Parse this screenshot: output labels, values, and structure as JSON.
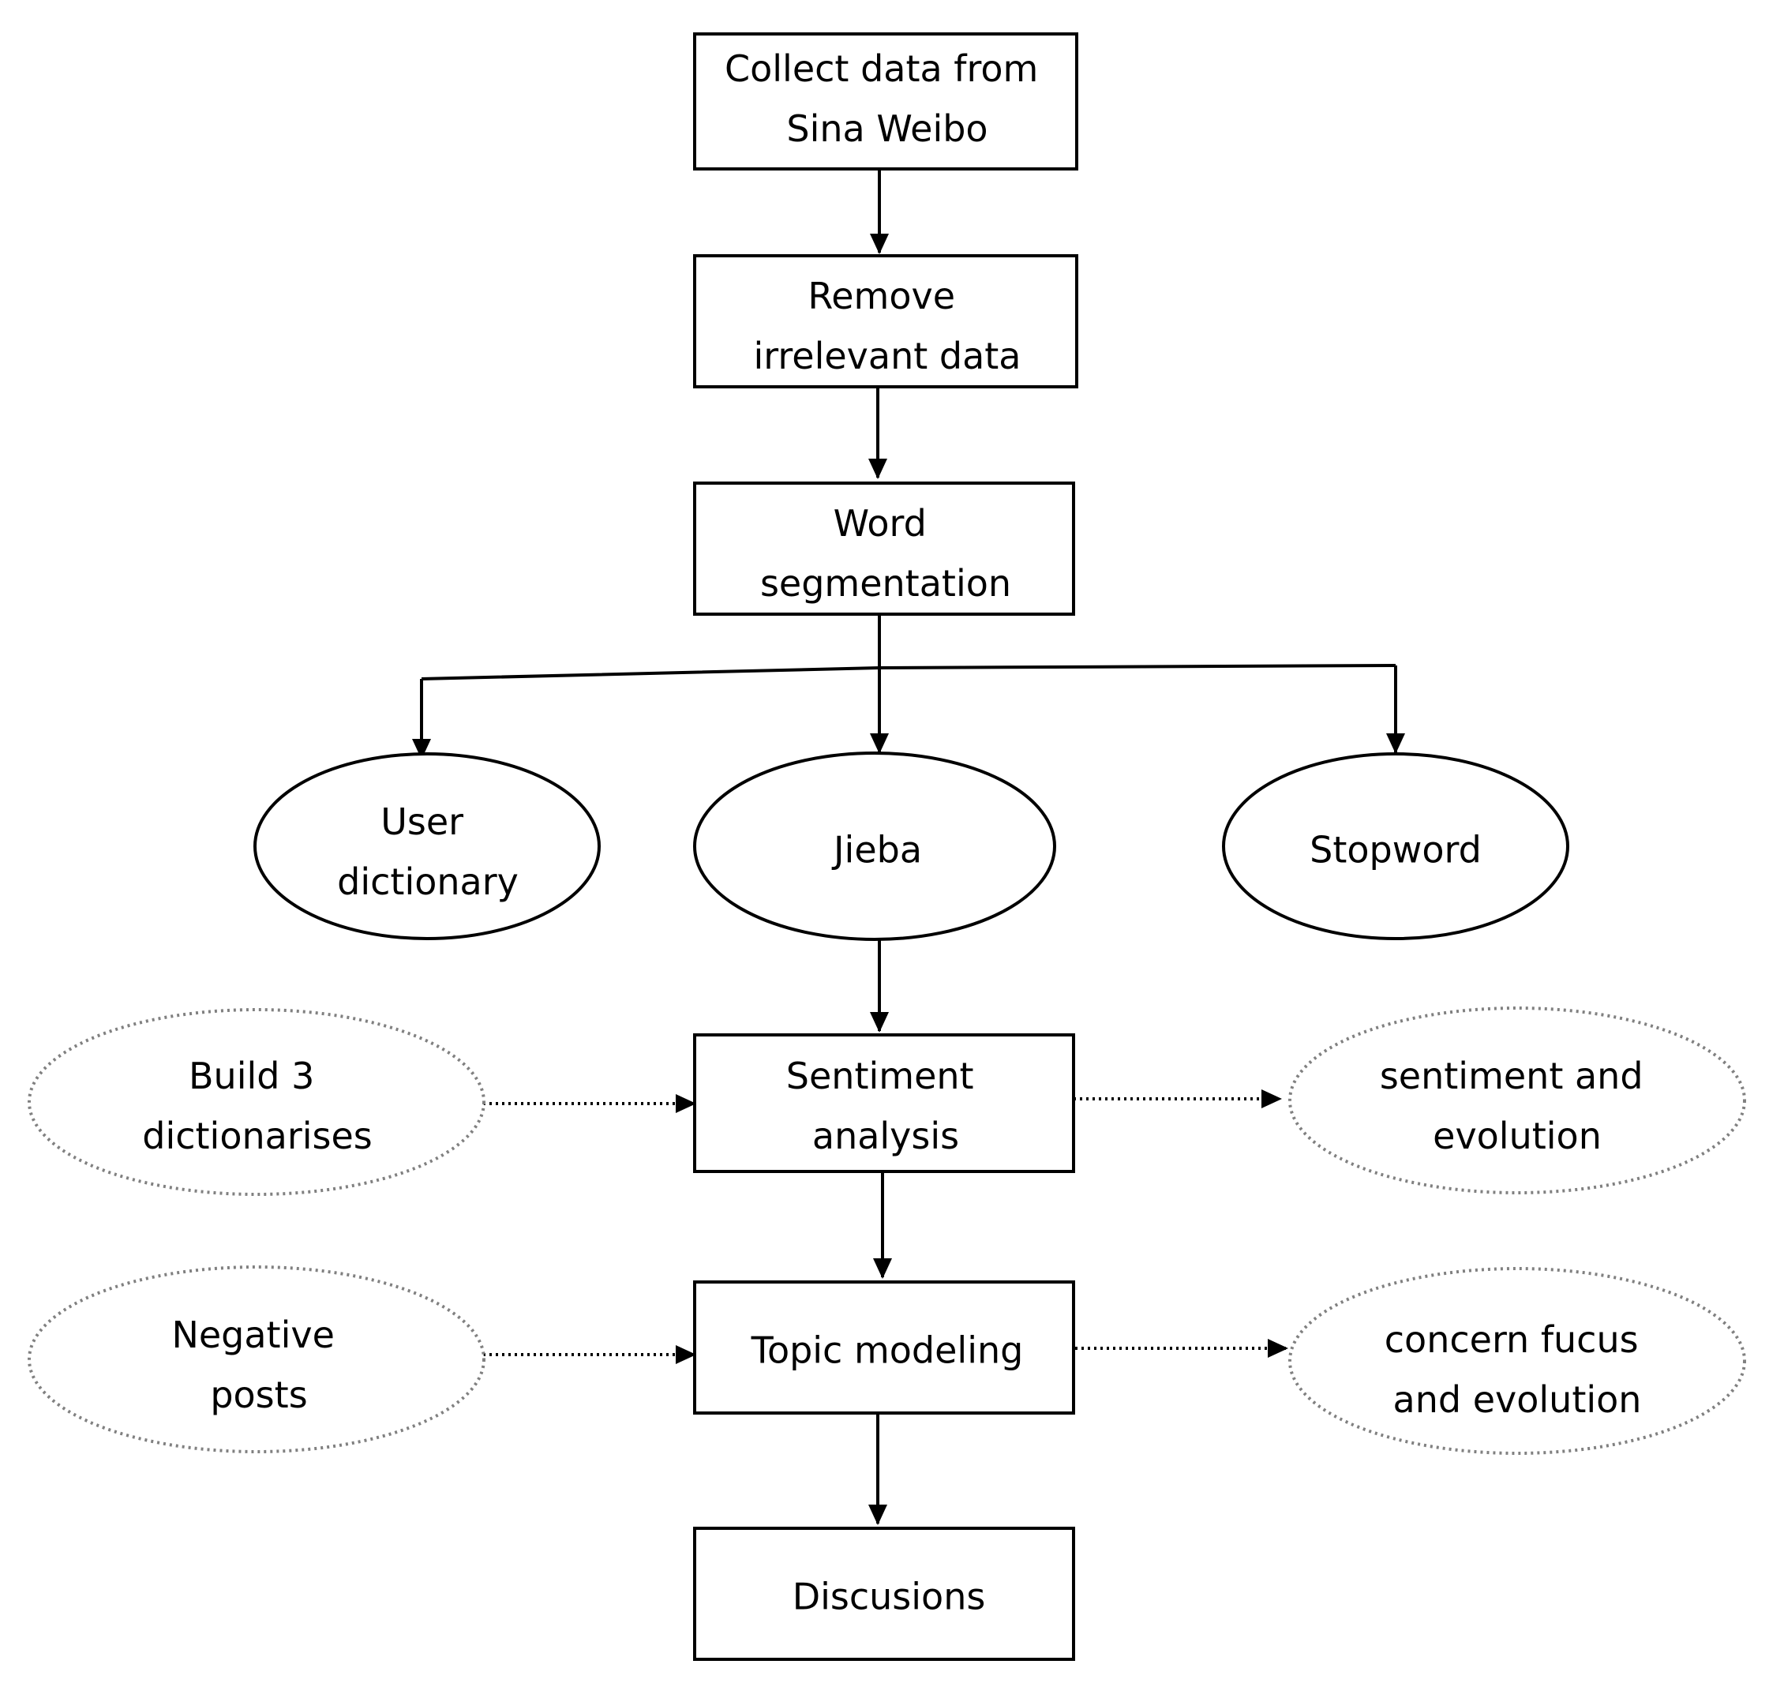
{
  "nodes": {
    "collect": {
      "lines": [
        "Collect data from",
        "Sina Weibo"
      ]
    },
    "remove": {
      "lines": [
        "Remove",
        "irrelevant data"
      ]
    },
    "segmentation": {
      "lines": [
        "Word",
        "segmentation"
      ]
    },
    "user_dictionary": {
      "lines": [
        "User",
        "dictionary"
      ]
    },
    "jieba": {
      "lines": [
        "Jieba"
      ]
    },
    "stopword": {
      "lines": [
        "Stopword"
      ]
    },
    "build_dictionaries": {
      "lines": [
        "Build 3",
        "dictionarises"
      ]
    },
    "sentiment": {
      "lines": [
        "Sentiment",
        "analysis"
      ]
    },
    "sentiment_evolution": {
      "lines": [
        "sentiment and",
        "evolution"
      ]
    },
    "negative_posts": {
      "lines": [
        "Negative",
        "posts"
      ]
    },
    "topic": {
      "lines": [
        "Topic modeling"
      ]
    },
    "concern_evolution": {
      "lines": [
        "concern fucus",
        "and evolution"
      ]
    },
    "discussions": {
      "lines": [
        "Discusions"
      ]
    }
  }
}
